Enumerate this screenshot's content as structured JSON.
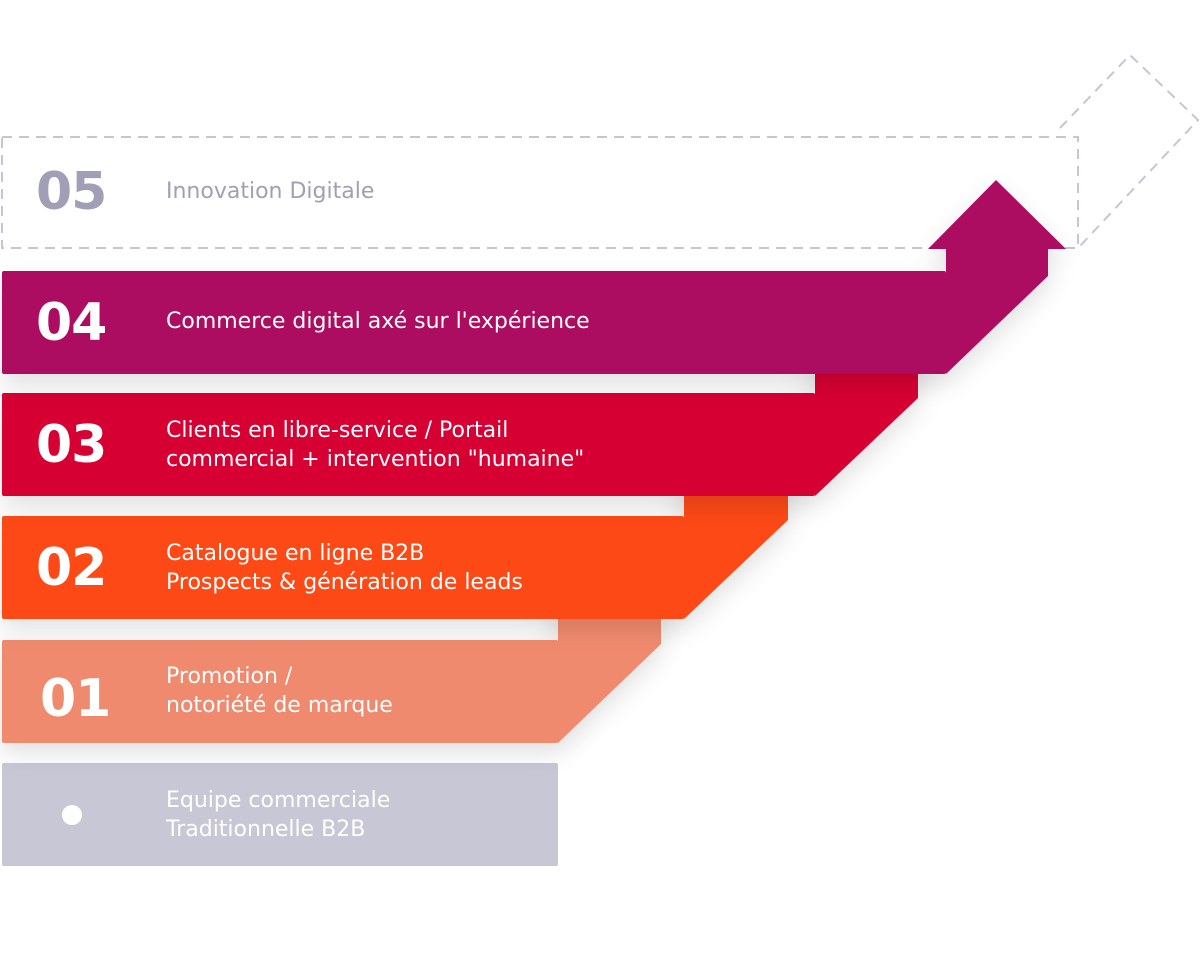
{
  "colors": {
    "step5_outline": "#c6c5d6",
    "step5_text": "#a09fb6",
    "step4": "#ac1160",
    "step3": "#d60533",
    "step2": "#fd4916",
    "step1": "#f08a6e",
    "base": "#c7c7d5"
  },
  "steps": [
    {
      "number": "05",
      "lines": [
        "Innovation Digitale"
      ]
    },
    {
      "number": "04",
      "lines": [
        "Commerce digital axé sur l'expérience"
      ]
    },
    {
      "number": "03",
      "lines": [
        "Clients en libre-service / Portail",
        "commercial + intervention \"humaine\""
      ]
    },
    {
      "number": "02",
      "lines": [
        "Catalogue en ligne B2B",
        "Prospects & génération de leads"
      ]
    },
    {
      "number": "01",
      "lines": [
        "Promotion /",
        "notoriété de marque"
      ]
    }
  ],
  "base": {
    "marker_icon": "circle-dot-icon",
    "lines": [
      "Equipe commerciale",
      "Traditionnelle B2B"
    ]
  }
}
